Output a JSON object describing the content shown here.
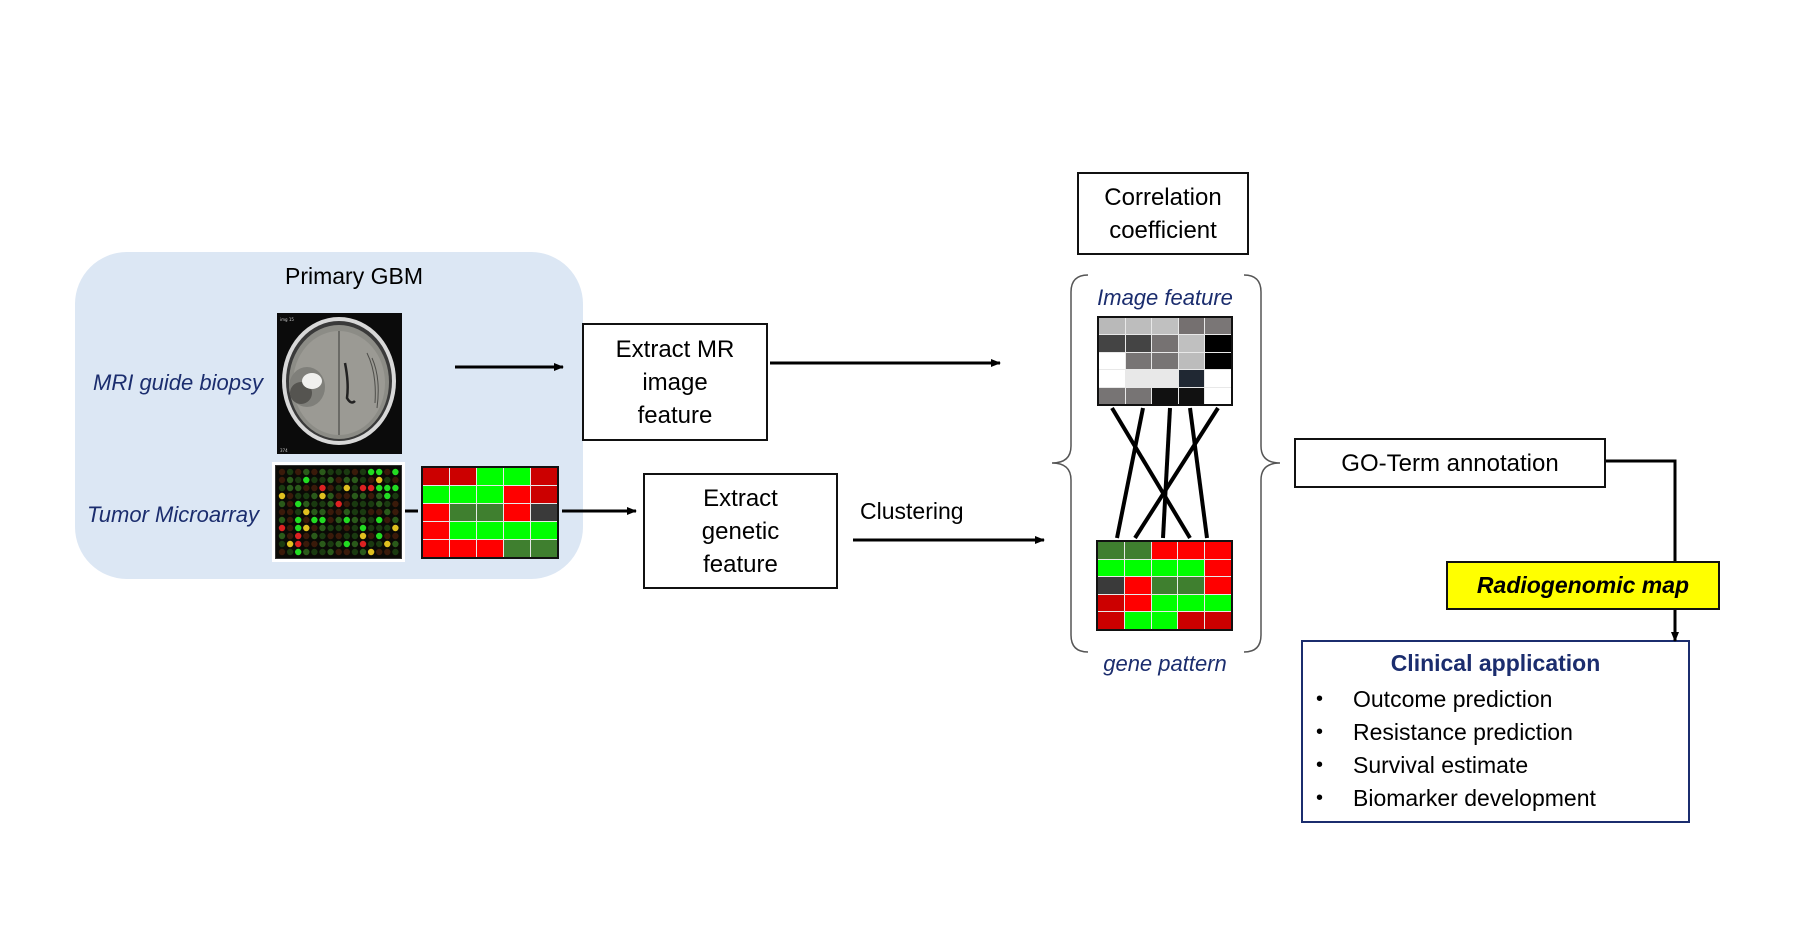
{
  "primary_panel": {
    "title": "Primary GBM",
    "rows": [
      {
        "label": "MRI guide biopsy",
        "image": "brain-mri-scan"
      },
      {
        "label": "Tumor Microarray",
        "image": "microarray-chip"
      }
    ],
    "expression_heatmap": [
      [
        "darkred",
        "darkred",
        "green",
        "green",
        "darkred"
      ],
      [
        "green",
        "green",
        "green",
        "red",
        "darkred"
      ],
      [
        "red",
        "dkgreen",
        "dkgreen",
        "red",
        "darkgray"
      ],
      [
        "red",
        "green",
        "green",
        "green",
        "green"
      ],
      [
        "red",
        "red",
        "red",
        "dkgreen",
        "dkgreen"
      ]
    ]
  },
  "steps": {
    "extract_mr": [
      "Extract MR",
      "image",
      "feature"
    ],
    "extract_genetic": [
      "Extract",
      "genetic",
      "feature"
    ],
    "clustering_label": "Clustering",
    "correlation": [
      "Correlation",
      "coefficient"
    ],
    "go_term": "GO-Term annotation",
    "radiogenomic_map": "Radiogenomic map"
  },
  "correlation_panel": {
    "image_feature_label": "Image feature",
    "gene_pattern_label": "gene pattern",
    "image_feature_grid": [
      [
        "#b9b9b9",
        "#bdbdbd",
        "#c0c0c0",
        "#757070",
        "#7a7676"
      ],
      [
        "#444444",
        "#444444",
        "#767272",
        "#c0c0c0",
        "#000000"
      ],
      [
        "#ffffff",
        "#777474",
        "#777474",
        "#bcbcbc",
        "#000000"
      ],
      [
        "#ffffff",
        "#e8e8e8",
        "#e8e8e8",
        "#202833",
        "#ffffff"
      ],
      [
        "#777474",
        "#777474",
        "#111111",
        "#111111",
        "#ffffff"
      ]
    ],
    "gene_pattern_grid": [
      [
        "dkgreen",
        "dkgreen",
        "red",
        "red",
        "red"
      ],
      [
        "green",
        "green",
        "green",
        "green",
        "red"
      ],
      [
        "darkgray",
        "red",
        "dkgreen",
        "dkgreen",
        "red"
      ],
      [
        "darkred",
        "red",
        "green",
        "green",
        "green"
      ],
      [
        "darkred",
        "green",
        "green",
        "darkred",
        "darkred"
      ]
    ],
    "links": [
      [
        1,
        4
      ],
      [
        2,
        1
      ],
      [
        3,
        3
      ],
      [
        4,
        5
      ],
      [
        5,
        2
      ]
    ]
  },
  "clinical_application": {
    "title": "Clinical application",
    "items": [
      "Outcome prediction",
      "Resistance prediction",
      "Survival estimate",
      "Biomarker development"
    ],
    "bullet": "•"
  },
  "colors": {
    "panel_bg": "#dce7f4",
    "navy_text": "#1b2d6e",
    "highlight": "#ffff00",
    "heat": {
      "red": "#ff0000",
      "darkred": "#cc0000",
      "green": "#00ff00",
      "dkgreen": "#3f7f2f",
      "darkgray": "#3a3a3a"
    }
  }
}
